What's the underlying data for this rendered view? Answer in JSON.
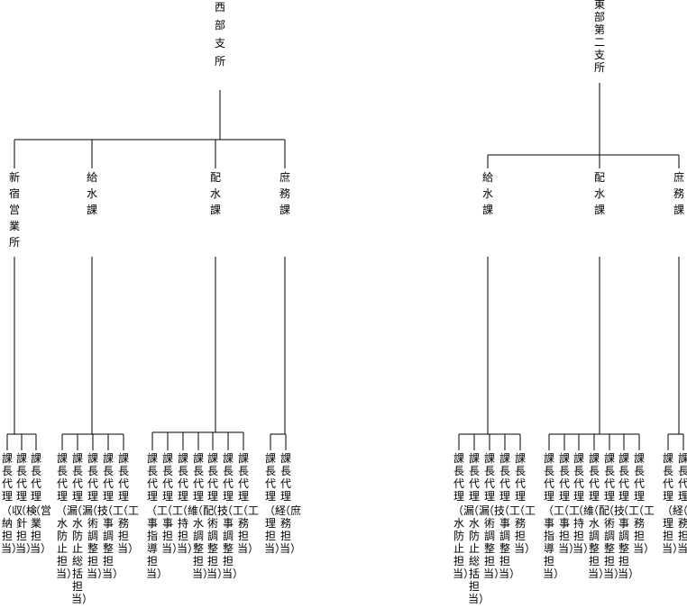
{
  "west": {
    "office": "西部支所",
    "units": [
      {
        "name": "新宿営業所",
        "staff": [
          {
            "title": "課長代理",
            "duty": "（収納担当）"
          },
          {
            "title": "課長代理",
            "duty": "（検針担当）"
          },
          {
            "title": "課長代理",
            "duty": "（営業担当）"
          }
        ]
      },
      {
        "name": "給水課",
        "staff": [
          {
            "title": "課長代理",
            "duty": "（漏水防止担当）"
          },
          {
            "title": "課長代理",
            "duty": "（漏水防止総括担当）"
          },
          {
            "title": "課長代理",
            "duty": "（技術調整担当）"
          },
          {
            "title": "課長代理",
            "duty": "（工事調整担当）"
          },
          {
            "title": "課長代理",
            "duty": "（工務担当）"
          }
        ]
      },
      {
        "name": "配水課",
        "staff": [
          {
            "title": "課長代理",
            "duty": "（工事指導担当）"
          },
          {
            "title": "課長代理",
            "duty": "（工事担当）"
          },
          {
            "title": "課長代理",
            "duty": "（維持担当）"
          },
          {
            "title": "課長代理",
            "duty": "（配水調整担当）"
          },
          {
            "title": "課長代理",
            "duty": "（技術調整担当）"
          },
          {
            "title": "課長代理",
            "duty": "（工事調整担当）"
          },
          {
            "title": "課長代理",
            "duty": "（工務担当）"
          }
        ]
      },
      {
        "name": "庶務課",
        "staff": [
          {
            "title": "課長代理",
            "duty": "（経理担当）"
          },
          {
            "title": "課長代理",
            "duty": "（庶務担当）"
          }
        ]
      }
    ]
  },
  "east": {
    "office": "東部第二支所",
    "units": [
      {
        "name": "給水課",
        "staff": [
          {
            "title": "課長代理",
            "duty": "（漏水防止担当）"
          },
          {
            "title": "課長代理",
            "duty": "（漏水防止総括担当）"
          },
          {
            "title": "課長代理",
            "duty": "（技術調整担当）"
          },
          {
            "title": "課長代理",
            "duty": "（工事調整担当）"
          },
          {
            "title": "課長代理",
            "duty": "（工務担当）"
          }
        ]
      },
      {
        "name": "配水課",
        "staff": [
          {
            "title": "課長代理",
            "duty": "（工事指導担当）"
          },
          {
            "title": "課長代理",
            "duty": "（工事担当）"
          },
          {
            "title": "課長代理",
            "duty": "（維持担当）"
          },
          {
            "title": "課長代理",
            "duty": "（配水調整担当）"
          },
          {
            "title": "課長代理",
            "duty": "（技術調整担当）"
          },
          {
            "title": "課長代理",
            "duty": "（工事調整担当）"
          },
          {
            "title": "課長代理",
            "duty": "（工務担当）"
          }
        ]
      },
      {
        "name": "庶務課",
        "staff": [
          {
            "title": "課長代理",
            "duty": "（経理担当）"
          },
          {
            "title": "課長代理",
            "duty": "（庶務担当）"
          }
        ]
      }
    ]
  }
}
